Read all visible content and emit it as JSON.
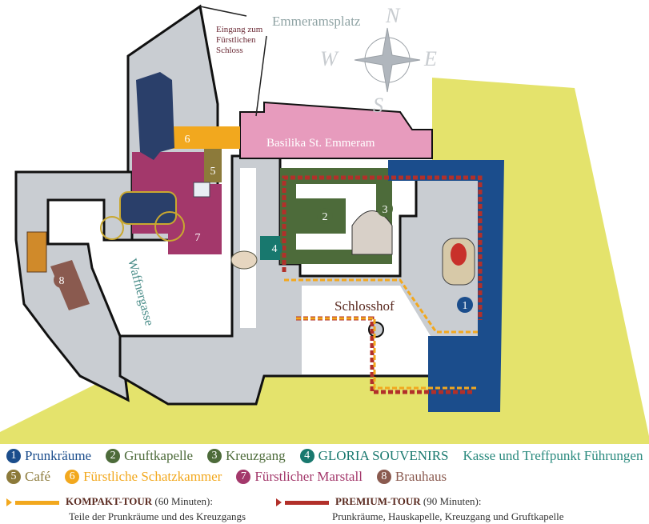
{
  "map": {
    "street_top": "Emmeramsplatz",
    "entrance_label": [
      "Eingang zum",
      "Fürstlichen",
      "Schloss"
    ],
    "basilica": "Basilika St. Emmeram",
    "courtyard": "Schlosshof",
    "street_side": "Waffnergasse",
    "compass": {
      "n": "N",
      "e": "E",
      "s": "S",
      "w": "W"
    },
    "colors": {
      "ground": "#e4e36c",
      "building": "#c9cdd2",
      "prunk": "#1b4d8c",
      "gruft": "#4d6b3a",
      "kreuz": "#4d6b3a",
      "gloria": "#18786e",
      "cafe": "#8c7a3a",
      "schatz": "#f2a81e",
      "marstall": "#a3386b",
      "brau": "#8a5a4f",
      "basilica": "#e79bbd",
      "kompakt": "#f2a81e",
      "premium": "#b2302a"
    }
  },
  "legend": {
    "items": [
      {
        "num": "1",
        "label": "Prunkräume",
        "color": "#1b4d8c"
      },
      {
        "num": "2",
        "label": "Gruftkapelle",
        "color": "#4d6b3a"
      },
      {
        "num": "3",
        "label": "Kreuzgang",
        "color": "#4d6b3a"
      },
      {
        "num": "4",
        "label": "GLORIA SOUVENIRS",
        "color": "#18786e"
      },
      {
        "num": "5",
        "label": "Café",
        "color": "#8c7a3a"
      },
      {
        "num": "6",
        "label": "Fürstliche Schatzkammer",
        "color": "#f2a81e"
      },
      {
        "num": "7",
        "label": "Fürstlicher Marstall",
        "color": "#a3386b"
      },
      {
        "num": "8",
        "label": "Brauhaus",
        "color": "#8a5a4f"
      }
    ],
    "extra": "Kasse und Treffpunkt Führungen"
  },
  "tours": {
    "kompakt": {
      "name": "KOMPAKT-TOUR",
      "duration": "(60 Minuten):",
      "desc": "Teile der Prunkräume und des Kreuzgangs"
    },
    "premium": {
      "name": "PREMIUM-TOUR",
      "duration": "(90 Minuten):",
      "desc": "Prunkräume, Hauskapelle, Kreuzgang und Gruftkapelle"
    }
  }
}
